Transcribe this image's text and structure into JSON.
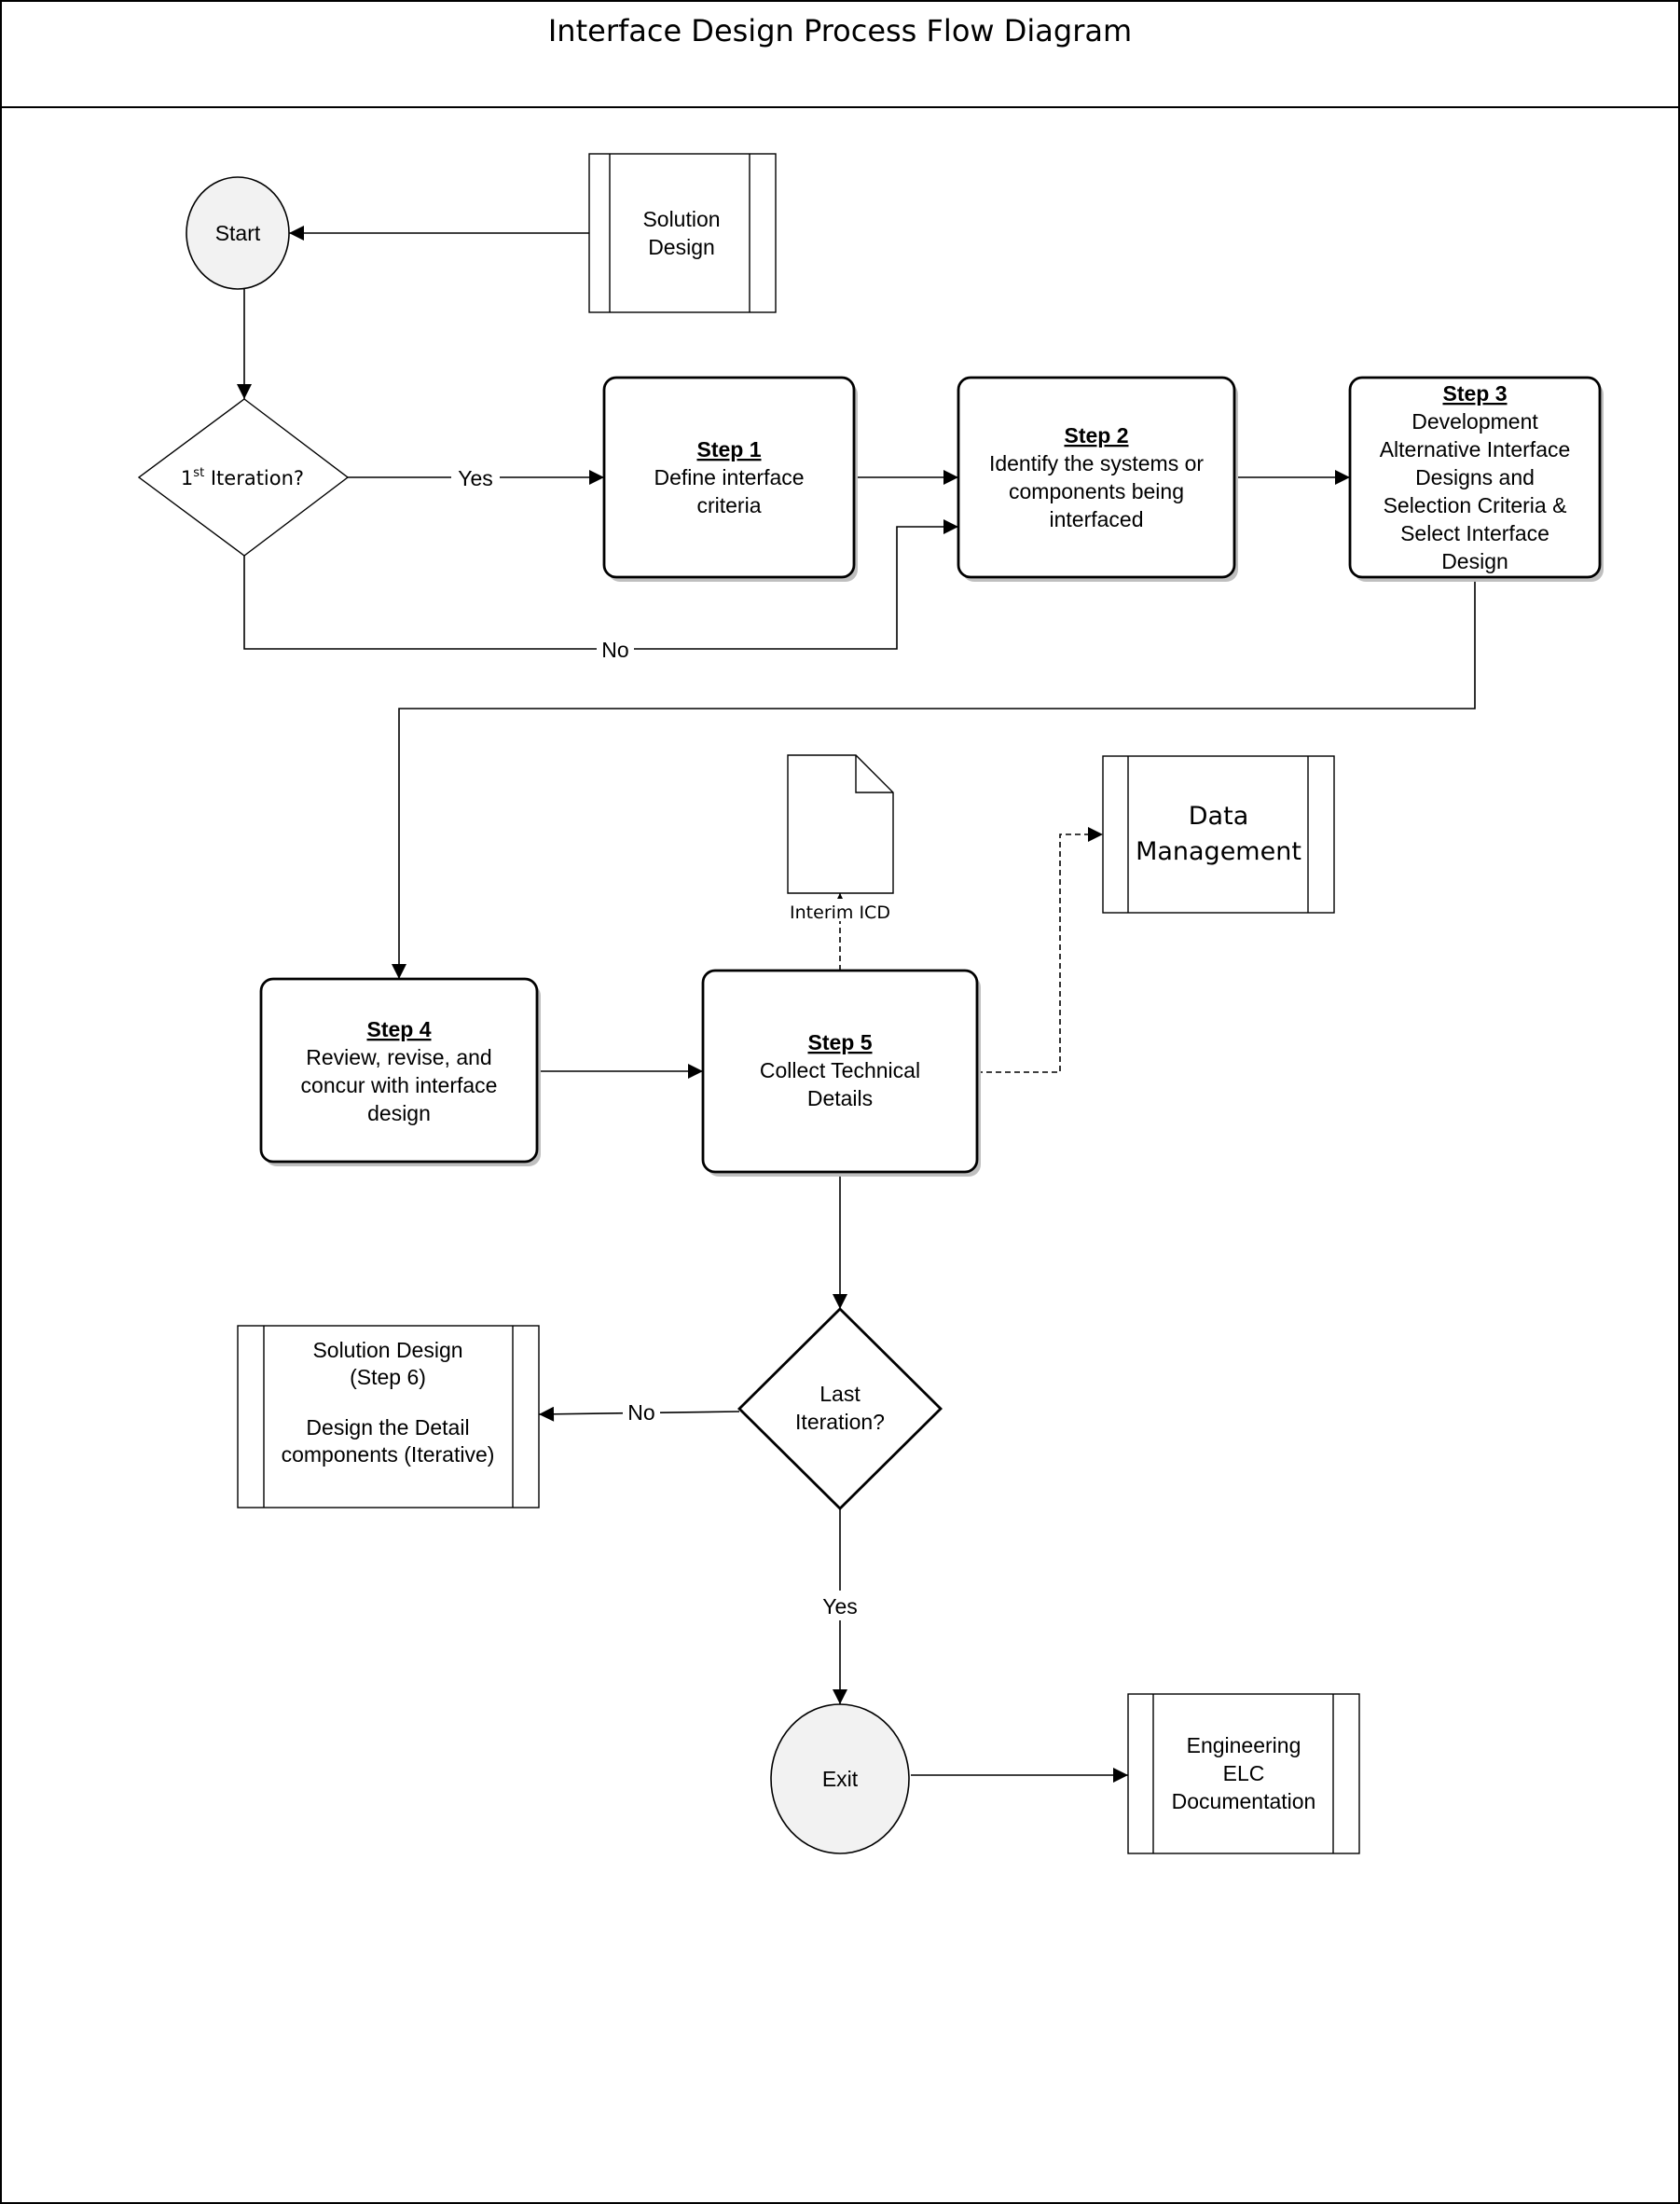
{
  "title": "Interface Design Process Flow Diagram",
  "nodes": {
    "start": "Start",
    "solution_design_top": [
      "Solution",
      "Design"
    ],
    "first_iteration": {
      "prefix": "1",
      "sup": "st",
      "suffix": " Iteration?"
    },
    "step1": {
      "heading": "Step 1",
      "lines": [
        "Define interface",
        "criteria"
      ]
    },
    "step2": {
      "heading": "Step 2",
      "lines": [
        "Identify the systems or",
        "components being",
        "interfaced"
      ]
    },
    "step3": {
      "heading": "Step 3",
      "lines": [
        "Development",
        "Alternative Interface",
        "Designs and",
        "Selection Criteria &",
        "Select Interface",
        "Design"
      ]
    },
    "step4": {
      "heading": "Step 4",
      "lines": [
        "Review, revise, and",
        "concur with interface",
        "design"
      ]
    },
    "step5": {
      "heading": "Step 5",
      "lines": [
        "Collect Technical",
        "Details"
      ]
    },
    "interim_icd": "Interim ICD",
    "data_management": [
      "Data",
      "Management"
    ],
    "last_iteration": [
      "Last",
      "Iteration?"
    ],
    "solution_design_step6": [
      "Solution Design",
      "(Step 6)",
      "",
      "Design the Detail",
      "components (Iterative)"
    ],
    "exit": "Exit",
    "engineering_elc": [
      "Engineering",
      "ELC",
      "Documentation"
    ]
  },
  "edge_labels": {
    "yes_top": "Yes",
    "no_top": "No",
    "no_bottom": "No",
    "yes_bottom": "Yes"
  }
}
